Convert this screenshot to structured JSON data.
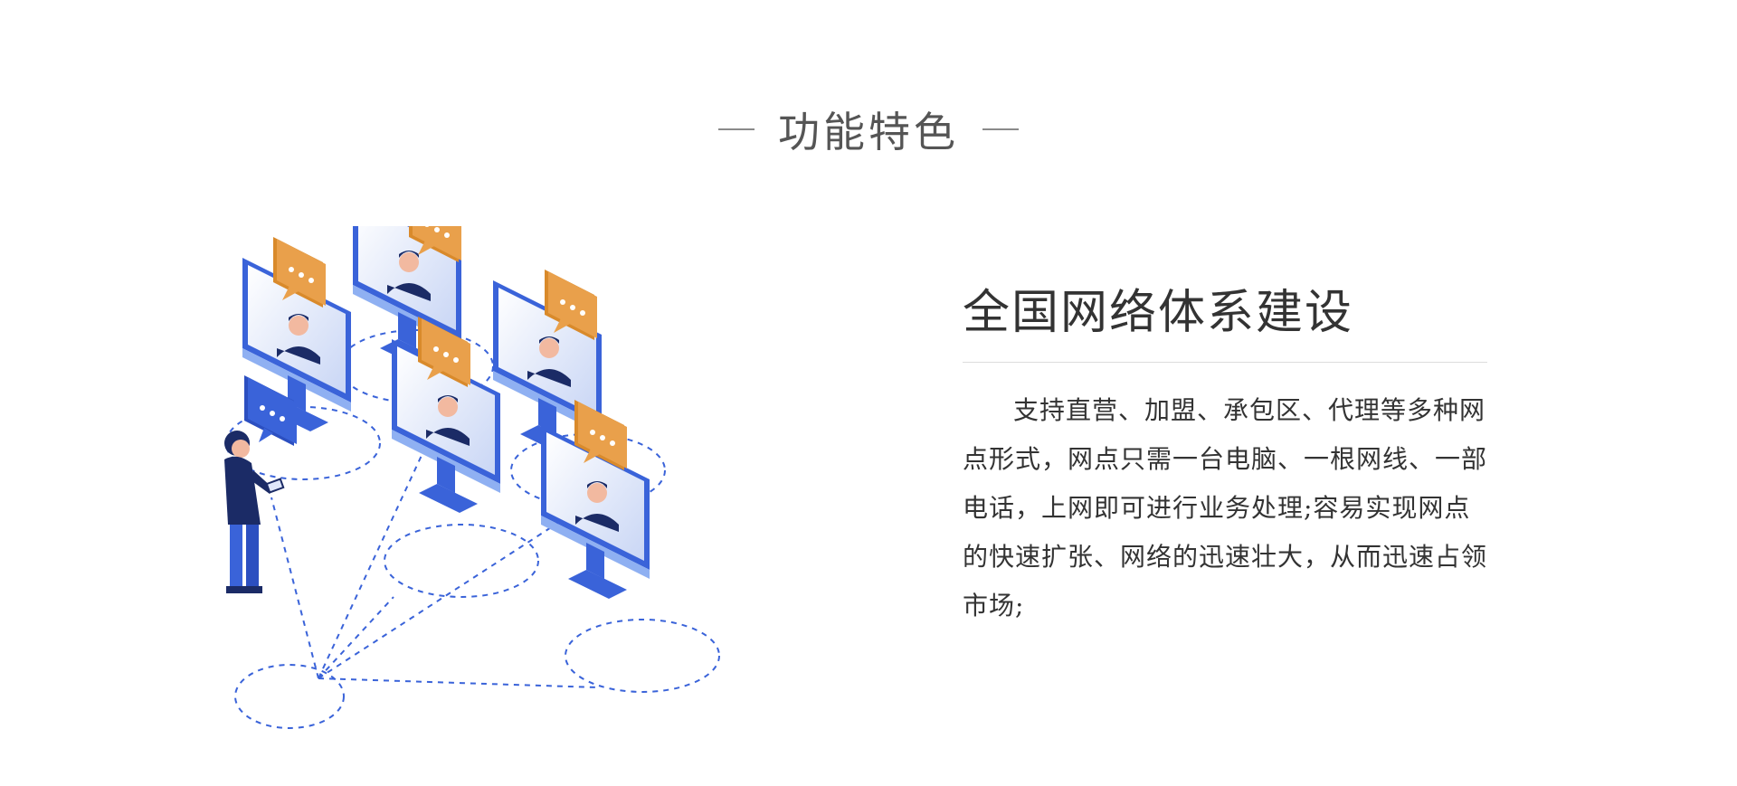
{
  "section": {
    "title": "功能特色"
  },
  "feature": {
    "title": "全国网络体系建设",
    "description": "支持直营、加盟、承包区、代理等多种网点形式，网点只需一台电脑、一根网线、一部电话，上网即可进行业务处理;容易实现网点的快速扩张、网络的迅速壮大，从而迅速占领市场;"
  },
  "illustration": {
    "icon": "network-users-illustration",
    "colors": {
      "primary": "#3a63d9",
      "accent": "#e9a04b",
      "dark": "#1b2b66"
    }
  }
}
